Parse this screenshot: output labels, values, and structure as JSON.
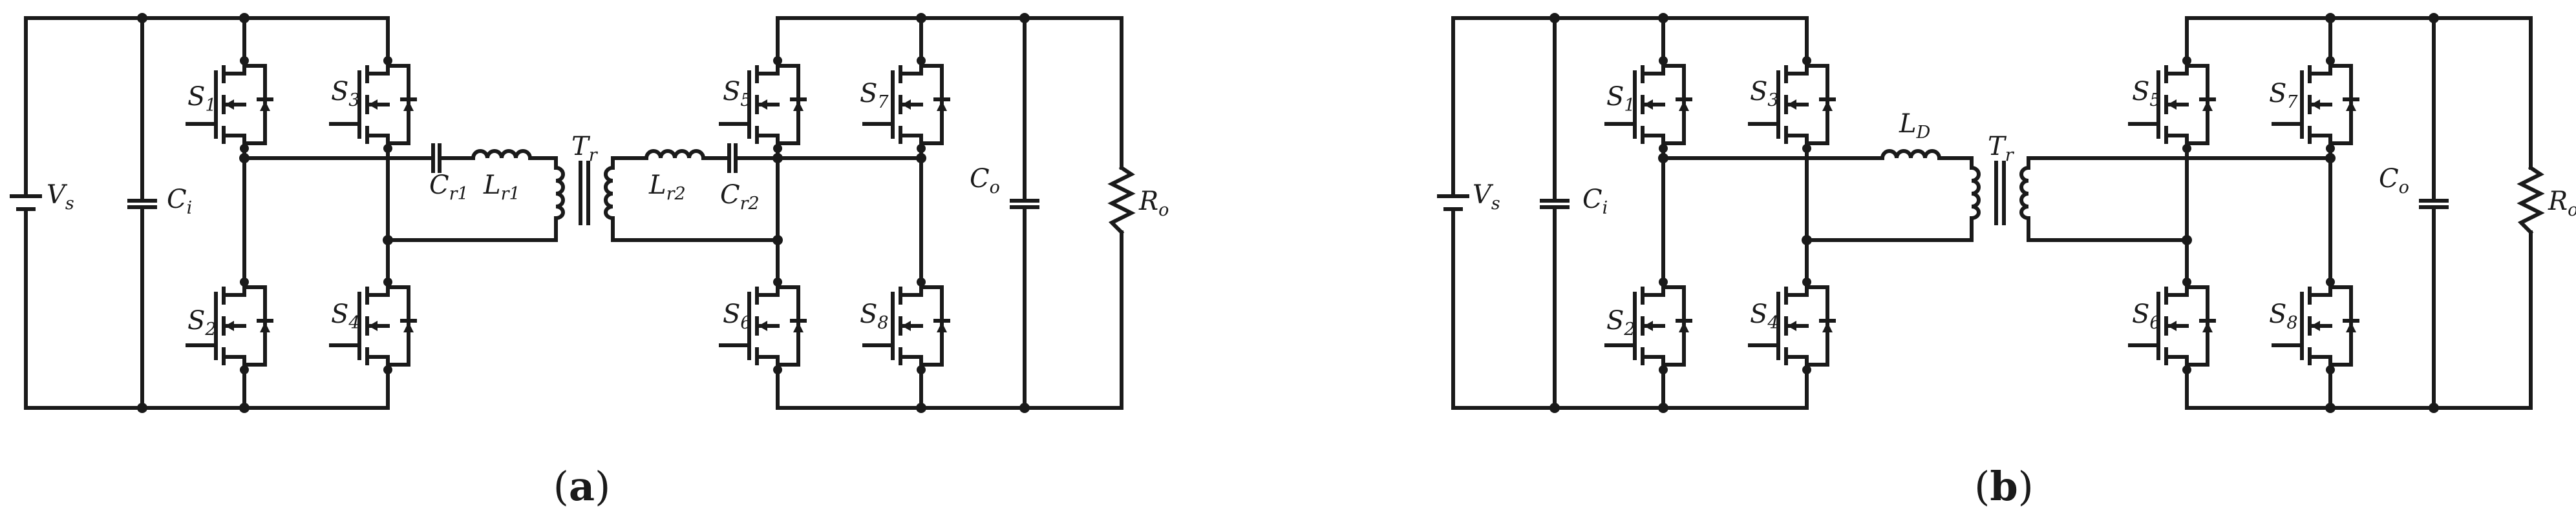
{
  "figure": {
    "captions": [
      {
        "open": "(",
        "letter": "a",
        "close": ")"
      },
      {
        "open": "(",
        "letter": "b",
        "close": ")"
      }
    ],
    "labels": {
      "Vs": {
        "main": "V",
        "sub": "s"
      },
      "Ci": {
        "main": "C",
        "sub": "i"
      },
      "Co": {
        "main": "C",
        "sub": "o"
      },
      "Ro": {
        "main": "R",
        "sub": "o"
      },
      "Tr": {
        "main": "T",
        "sub": "r"
      },
      "S1": {
        "main": "S",
        "sub": "1"
      },
      "S2": {
        "main": "S",
        "sub": "2"
      },
      "S3": {
        "main": "S",
        "sub": "3"
      },
      "S4": {
        "main": "S",
        "sub": "4"
      },
      "S5": {
        "main": "S",
        "sub": "5"
      },
      "S6": {
        "main": "S",
        "sub": "6"
      },
      "S7": {
        "main": "S",
        "sub": "7"
      },
      "S8": {
        "main": "S",
        "sub": "8"
      },
      "Cr1": {
        "main": "C",
        "sub": "r1"
      },
      "Lr1": {
        "main": "L",
        "sub": "r1"
      },
      "Lr2": {
        "main": "L",
        "sub": "r2"
      },
      "Cr2": {
        "main": "C",
        "sub": "r2"
      },
      "LD": {
        "main": "L",
        "sub": "D"
      }
    }
  }
}
